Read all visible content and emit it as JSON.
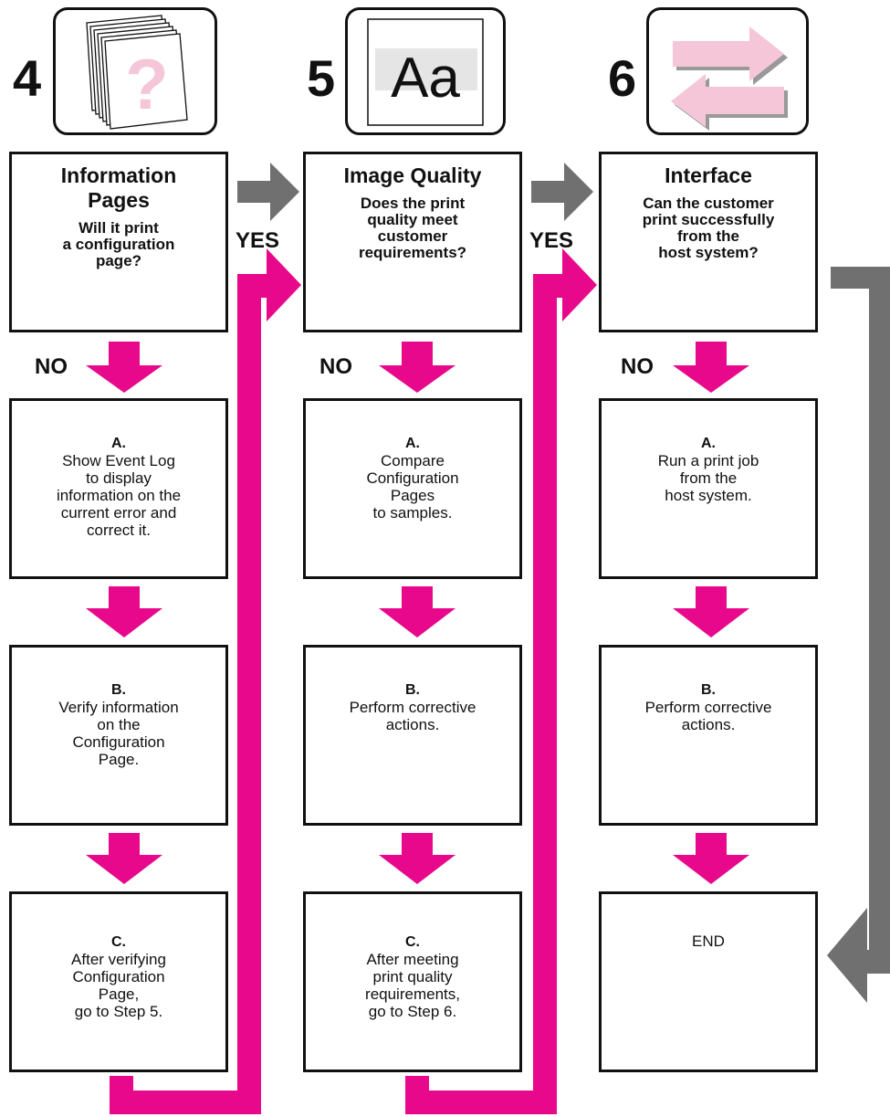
{
  "steps": [
    {
      "number": "4",
      "icon": "question-pages-icon",
      "title": "Information\nPages",
      "question": "Will it print\na configuration\npage?",
      "no_label": "NO",
      "actions": [
        {
          "letter": "A.",
          "text": "Show Event Log\nto display\ninformation on the\ncurrent error and\ncorrect it."
        },
        {
          "letter": "B.",
          "text": "Verify information\non the\nConfiguration\nPage."
        },
        {
          "letter": "C.",
          "text": "After verifying\nConfiguration\nPage,\ngo to Step 5."
        }
      ]
    },
    {
      "number": "5",
      "icon": "image-quality-aa-icon",
      "icon_text": "Aa",
      "title": "Image Quality",
      "question": "Does the print\nquality meet\ncustomer\nrequirements?",
      "no_label": "NO",
      "actions": [
        {
          "letter": "A.",
          "text": "Compare\nConfiguration\nPages\nto samples."
        },
        {
          "letter": "B.",
          "text": "Perform corrective\nactions."
        },
        {
          "letter": "C.",
          "text": "After meeting\nprint quality\nrequirements,\ngo to Step 6."
        }
      ]
    },
    {
      "number": "6",
      "icon": "interface-arrows-icon",
      "title": "Interface",
      "question": "Can the customer\nprint successfully\nfrom the\nhost system?",
      "no_label": "NO",
      "actions": [
        {
          "letter": "A.",
          "text": "Run a print job\nfrom the\nhost system."
        },
        {
          "letter": "B.",
          "text": "Perform corrective\nactions."
        }
      ],
      "end_label": "END"
    }
  ],
  "yes_labels": [
    "YES",
    "YES"
  ],
  "colors": {
    "magenta": "#e8088c",
    "gray": "#707070",
    "pink_arrow": "#f5c6d8",
    "border": "#111111"
  }
}
